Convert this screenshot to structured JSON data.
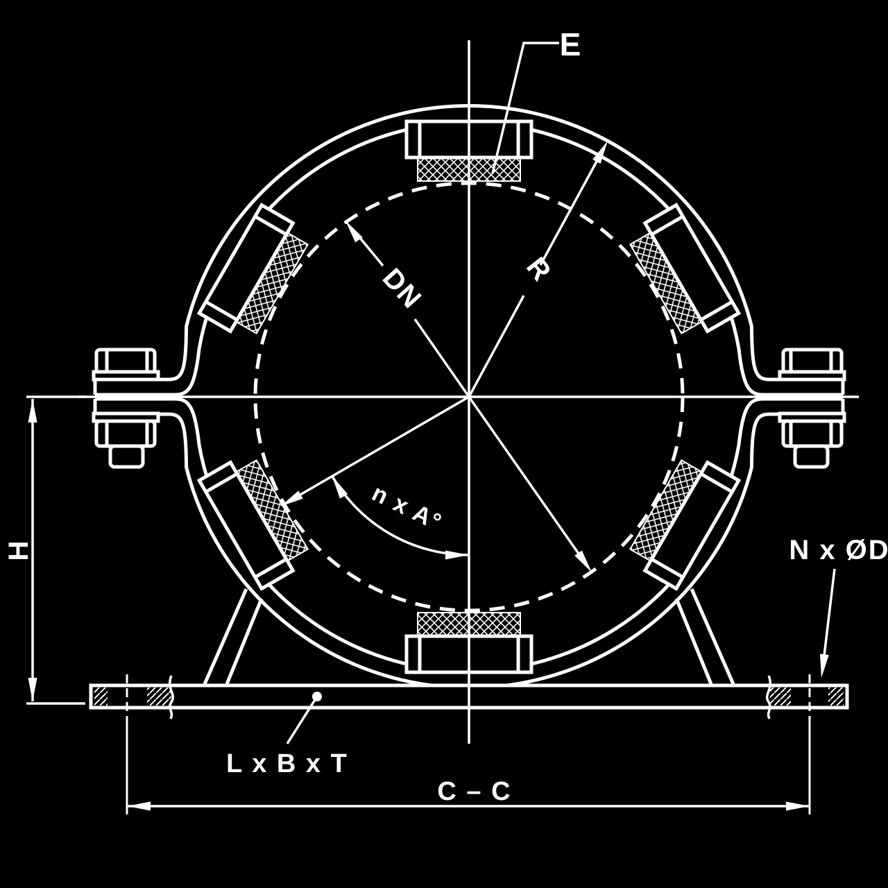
{
  "drawing": {
    "type": "technical-drawing",
    "subject": "pipe-clamp-with-base-plate-cross-section",
    "colors": {
      "background": "#000000",
      "line": "#ffffff"
    },
    "labels": {
      "pad": "E",
      "pipe_diameter": "DN",
      "clamp_radius": "R",
      "pad_spacing_angle": "n x A°",
      "height": "H",
      "holes": "N x ØD",
      "base_plate": "L x B x T",
      "hole_centers": "C – C"
    }
  }
}
